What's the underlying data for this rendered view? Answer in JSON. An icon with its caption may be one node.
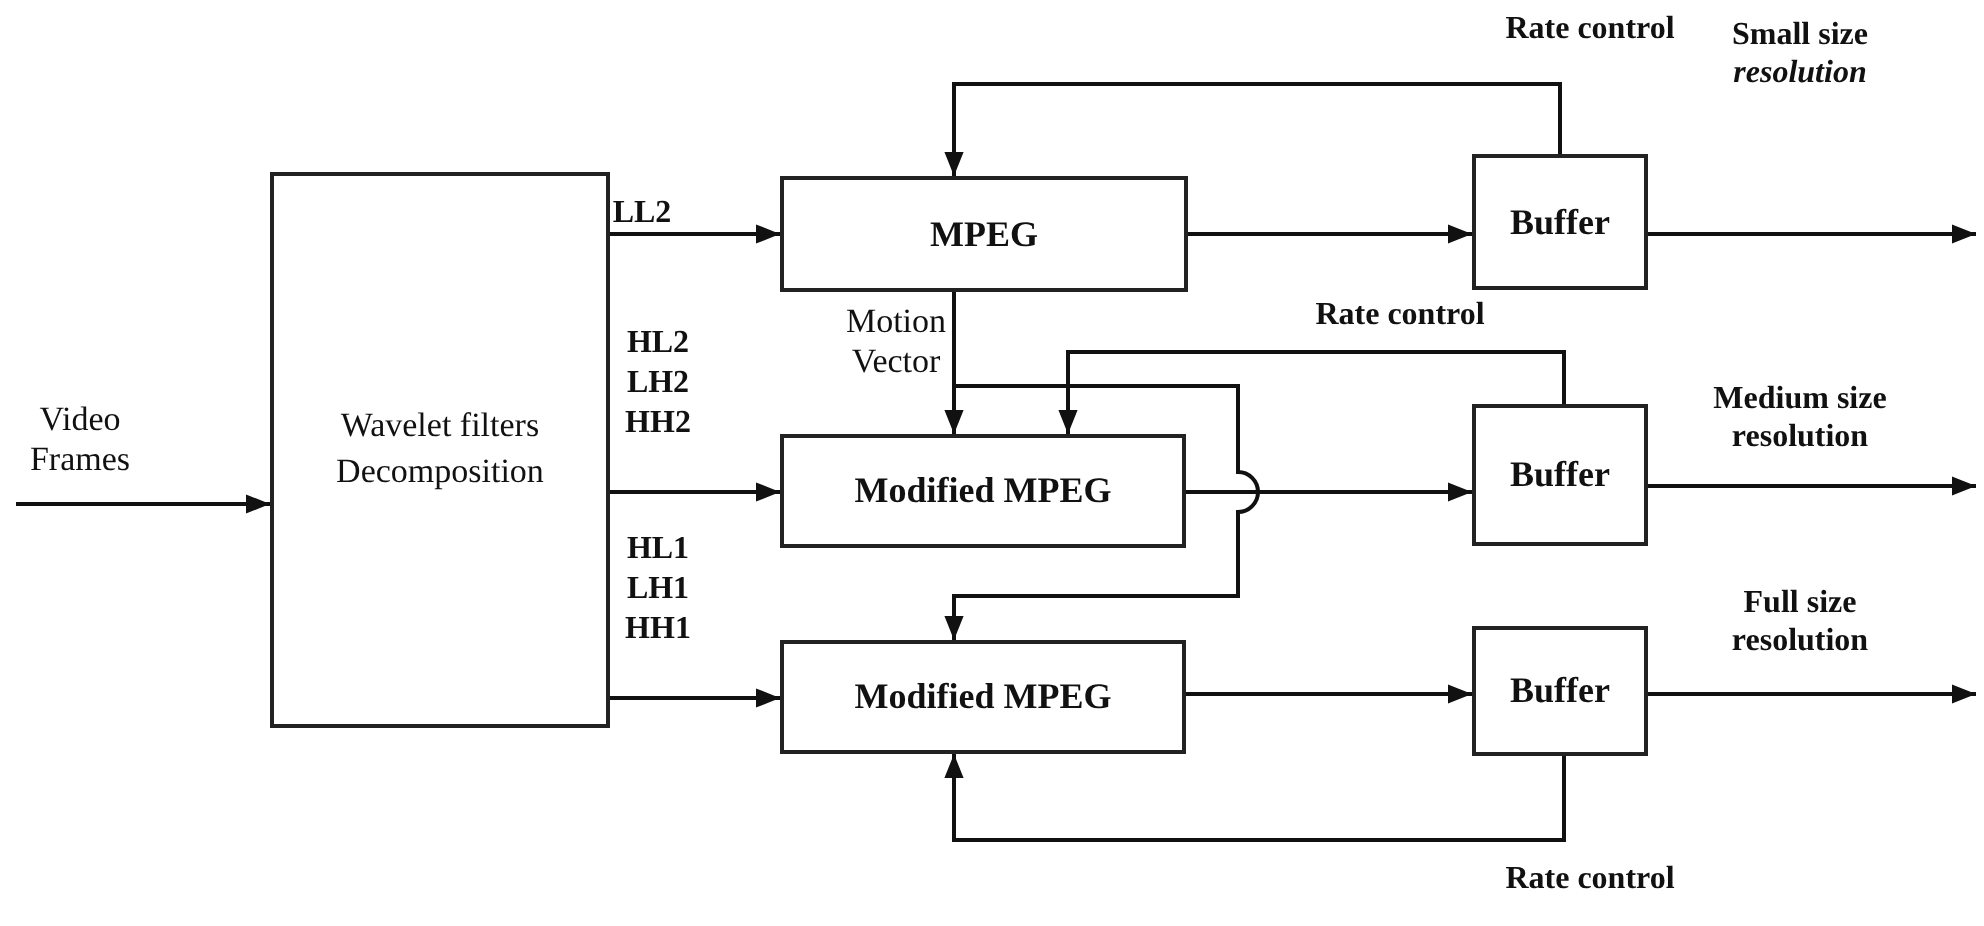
{
  "diagram": {
    "nodes": [
      {
        "text": [
          "Wavelet filters Decomposition"
        ]
      },
      {
        "text": [
          "MPEG"
        ]
      },
      {
        "text": [
          "Modified MPEG"
        ]
      },
      {
        "text": [
          "Modified MPEG"
        ]
      },
      {
        "text": [
          "Buffer"
        ]
      },
      {
        "text": [
          "Buffer"
        ]
      },
      {
        "text": [
          "Buffer"
        ]
      }
    ],
    "edges": [
      {
        "from": null,
        "to": 0,
        "arrow": "to",
        "label": "Video Frames"
      },
      {
        "from": 0,
        "to": 1,
        "arrow": "to",
        "label": "LL2"
      },
      {
        "from": 0,
        "to": 2,
        "arrow": "to",
        "label": "HL2 LH2 HH2"
      },
      {
        "from": 0,
        "to": 3,
        "arrow": "to",
        "label": "HL1 LH1 HH1"
      },
      {
        "from": 1,
        "to": 4,
        "arrow": "to"
      },
      {
        "from": 2,
        "to": 5,
        "arrow": "to"
      },
      {
        "from": 3,
        "to": 6,
        "arrow": "to"
      },
      {
        "from": 1,
        "to": 2,
        "arrow": "to",
        "label": "Motion Vector"
      },
      {
        "from": 1,
        "to": 3,
        "arrow": "to"
      },
      {
        "from": 4,
        "to": 1,
        "arrow": "to",
        "label": "Rate control"
      },
      {
        "from": 5,
        "to": 2,
        "arrow": "to",
        "label": "Rate control"
      },
      {
        "from": 6,
        "to": 3,
        "arrow": "to",
        "label": "Rate control"
      },
      {
        "from": 4,
        "to": null,
        "arrow": "to",
        "label": "Small size *resolution*"
      },
      {
        "from": 5,
        "to": null,
        "arrow": "to",
        "label": "Medium size resolution"
      },
      {
        "from": 6,
        "to": null,
        "arrow": "to",
        "label": "Full size resolution"
      }
    ]
  }
}
